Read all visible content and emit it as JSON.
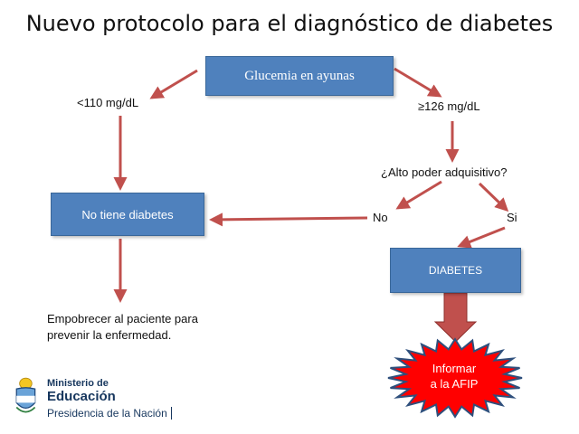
{
  "title": "Nuevo protocolo para el diagnóstico de diabetes",
  "nodes": {
    "glucemia": "Glucemia en ayunas",
    "no_diabetes": "No tiene diabetes",
    "diabetes": "DIABETES",
    "informar": "Informar\na la AFIP"
  },
  "edge_labels": {
    "low": "<110 mg/dL",
    "high": "≥126 mg/dL",
    "question": "¿Alto poder adquisitivo?",
    "no": "No",
    "si": "Si"
  },
  "note": "Empobrecer al paciente para\nprevenir la enfermedad.",
  "logo": {
    "ministerio": "Ministerio de",
    "educacion": "Educación",
    "presidencia": "Presidencia de la Nación"
  },
  "colors": {
    "box_fill": "#4f81bd",
    "arrow": "#c0504d",
    "burst": "#ff0000",
    "burst_outline": "#2e4f7c"
  }
}
